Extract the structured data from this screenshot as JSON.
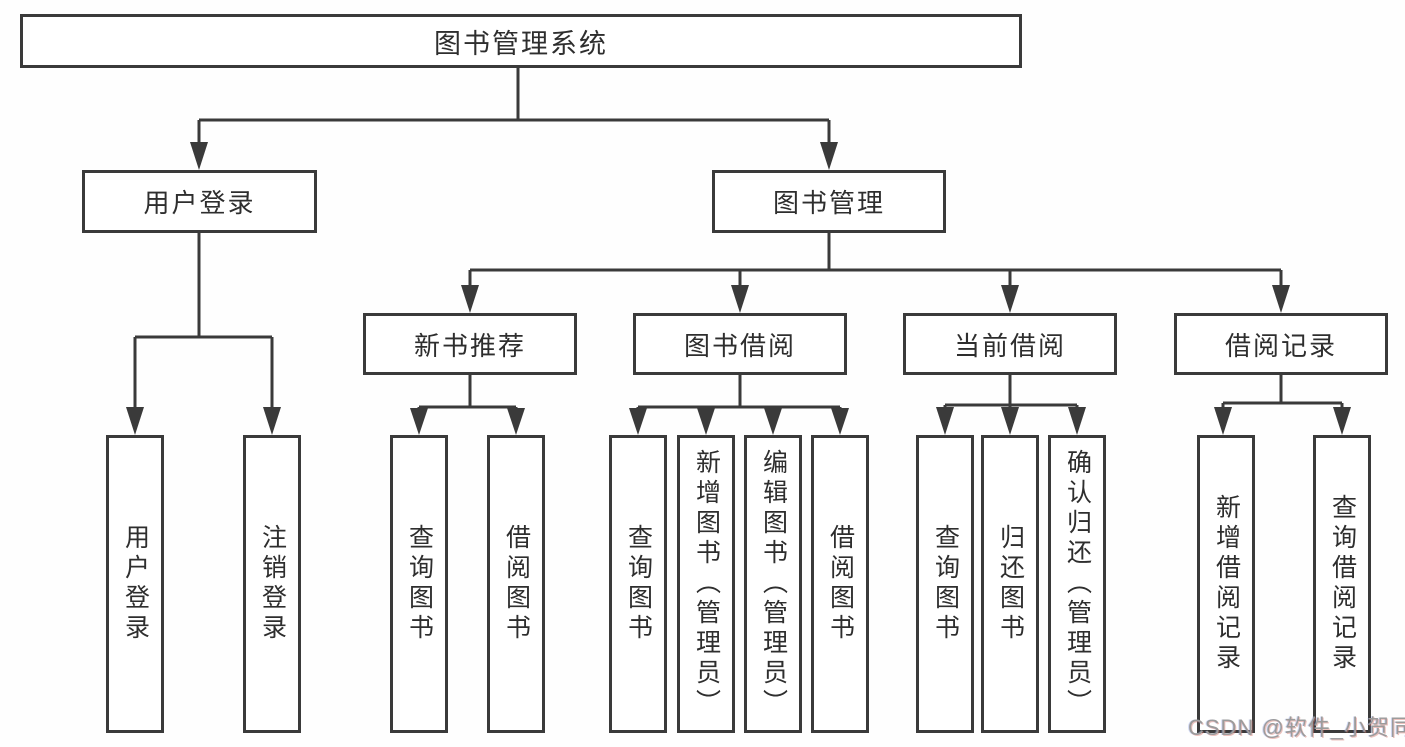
{
  "diagram": {
    "title": "图书管理系统",
    "root": {
      "label": "图书管理系统"
    },
    "user_branch": {
      "label": "用户登录",
      "children": [
        {
          "label": "用户登录"
        },
        {
          "label": "注销登录"
        }
      ]
    },
    "book_branch": {
      "label": "图书管理",
      "groups": [
        {
          "label": "新书推荐",
          "children": [
            {
              "label": "查询图书"
            },
            {
              "label": "借阅图书"
            }
          ]
        },
        {
          "label": "图书借阅",
          "children": [
            {
              "label": "查询图书"
            },
            {
              "label": "新增图书（管理员）"
            },
            {
              "label": "编辑图书（管理员）"
            },
            {
              "label": "借阅图书"
            }
          ]
        },
        {
          "label": "当前借阅",
          "children": [
            {
              "label": "查询图书"
            },
            {
              "label": "归还图书"
            },
            {
              "label": "确认归还（管理员）"
            }
          ]
        },
        {
          "label": "借阅记录",
          "children": [
            {
              "label": "新增借阅记录"
            },
            {
              "label": "查询借阅记录"
            }
          ]
        }
      ]
    }
  },
  "watermark": {
    "text": "CSDN @软件_小贺同学"
  },
  "colors": {
    "line": "#3a3a3a",
    "text": "#2e2e2e",
    "box_background": "#ffffff",
    "watermark": "#9b9b9b"
  }
}
